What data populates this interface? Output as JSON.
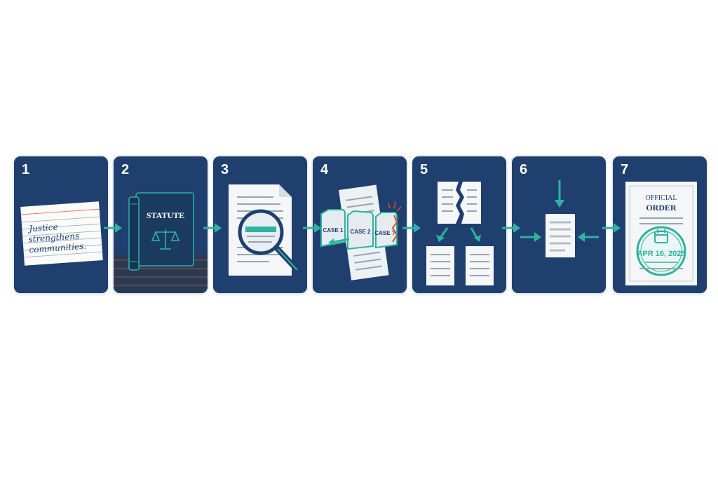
{
  "steps": [
    {
      "number": "1",
      "card_lines": [
        "Justice",
        "strengthens",
        "communities."
      ]
    },
    {
      "number": "2",
      "book_title": "STATUTE"
    },
    {
      "number": "3"
    },
    {
      "number": "4",
      "folders": [
        "CASE 1",
        "CASE 2",
        "CASE ?"
      ]
    },
    {
      "number": "5"
    },
    {
      "number": "6"
    },
    {
      "number": "7",
      "order_line1": "OFFICIAL",
      "order_line2": "ORDER",
      "stamp_date": "APR 16, 2025"
    }
  ],
  "colors": {
    "panel": "#1f3f6e",
    "teal": "#2db3a0",
    "paper": "#f4f6f8",
    "line": "#9aa4ae",
    "accent_red": "#d0532f"
  },
  "icons": [
    "index-card-icon",
    "law-book-icon",
    "magnifier-document-icon",
    "case-folders-icon",
    "split-document-icon",
    "merge-document-icon",
    "official-order-icon"
  ]
}
